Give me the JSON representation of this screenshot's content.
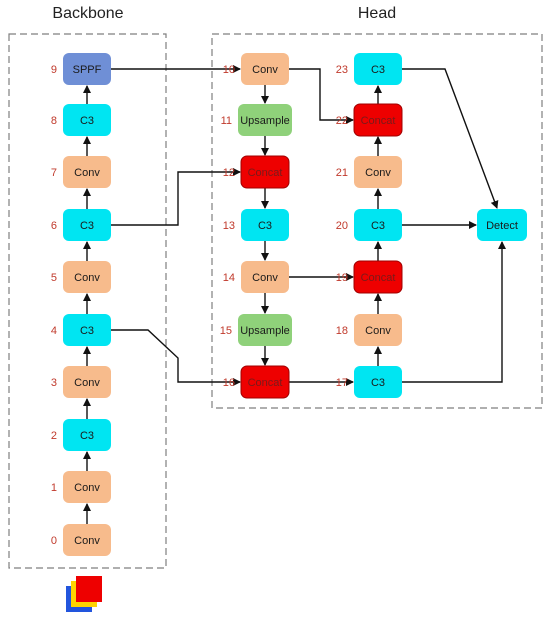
{
  "sections": {
    "backbone": "Backbone",
    "head": "Head"
  },
  "colors": {
    "C3": "#00e5f2",
    "Conv": "#f7bb8c",
    "Concat": "#ee0000",
    "Upsample": "#8fd17a",
    "SPPF": "#6f8fd6",
    "Detect": "#00e5f2",
    "input_red": "#ee0000",
    "input_yellow": "#ffd400",
    "input_blue": "#2255dd"
  },
  "nodes": [
    {
      "id": "n0",
      "index": "0",
      "label": "Conv"
    },
    {
      "id": "n1",
      "index": "1",
      "label": "Conv"
    },
    {
      "id": "n2",
      "index": "2",
      "label": "C3"
    },
    {
      "id": "n3",
      "index": "3",
      "label": "Conv"
    },
    {
      "id": "n4",
      "index": "4",
      "label": "C3"
    },
    {
      "id": "n5",
      "index": "5",
      "label": "Conv"
    },
    {
      "id": "n6",
      "index": "6",
      "label": "C3"
    },
    {
      "id": "n7",
      "index": "7",
      "label": "Conv"
    },
    {
      "id": "n8",
      "index": "8",
      "label": "C3"
    },
    {
      "id": "n9",
      "index": "9",
      "label": "SPPF"
    },
    {
      "id": "n10",
      "index": "10",
      "label": "Conv"
    },
    {
      "id": "n11",
      "index": "11",
      "label": "Upsample"
    },
    {
      "id": "n12",
      "index": "12",
      "label": "Concat"
    },
    {
      "id": "n13",
      "index": "13",
      "label": "C3"
    },
    {
      "id": "n14",
      "index": "14",
      "label": "Conv"
    },
    {
      "id": "n15",
      "index": "15",
      "label": "Upsample"
    },
    {
      "id": "n16",
      "index": "16",
      "label": "Concat"
    },
    {
      "id": "n17",
      "index": "17",
      "label": "C3"
    },
    {
      "id": "n18",
      "index": "18",
      "label": "Conv"
    },
    {
      "id": "n19",
      "index": "19",
      "label": "Concat"
    },
    {
      "id": "n20",
      "index": "20",
      "label": "C3"
    },
    {
      "id": "n21",
      "index": "21",
      "label": "Conv"
    },
    {
      "id": "n22",
      "index": "22",
      "label": "Concat"
    },
    {
      "id": "n23",
      "index": "23",
      "label": "C3"
    },
    {
      "id": "detect",
      "index": "",
      "label": "Detect"
    }
  ]
}
